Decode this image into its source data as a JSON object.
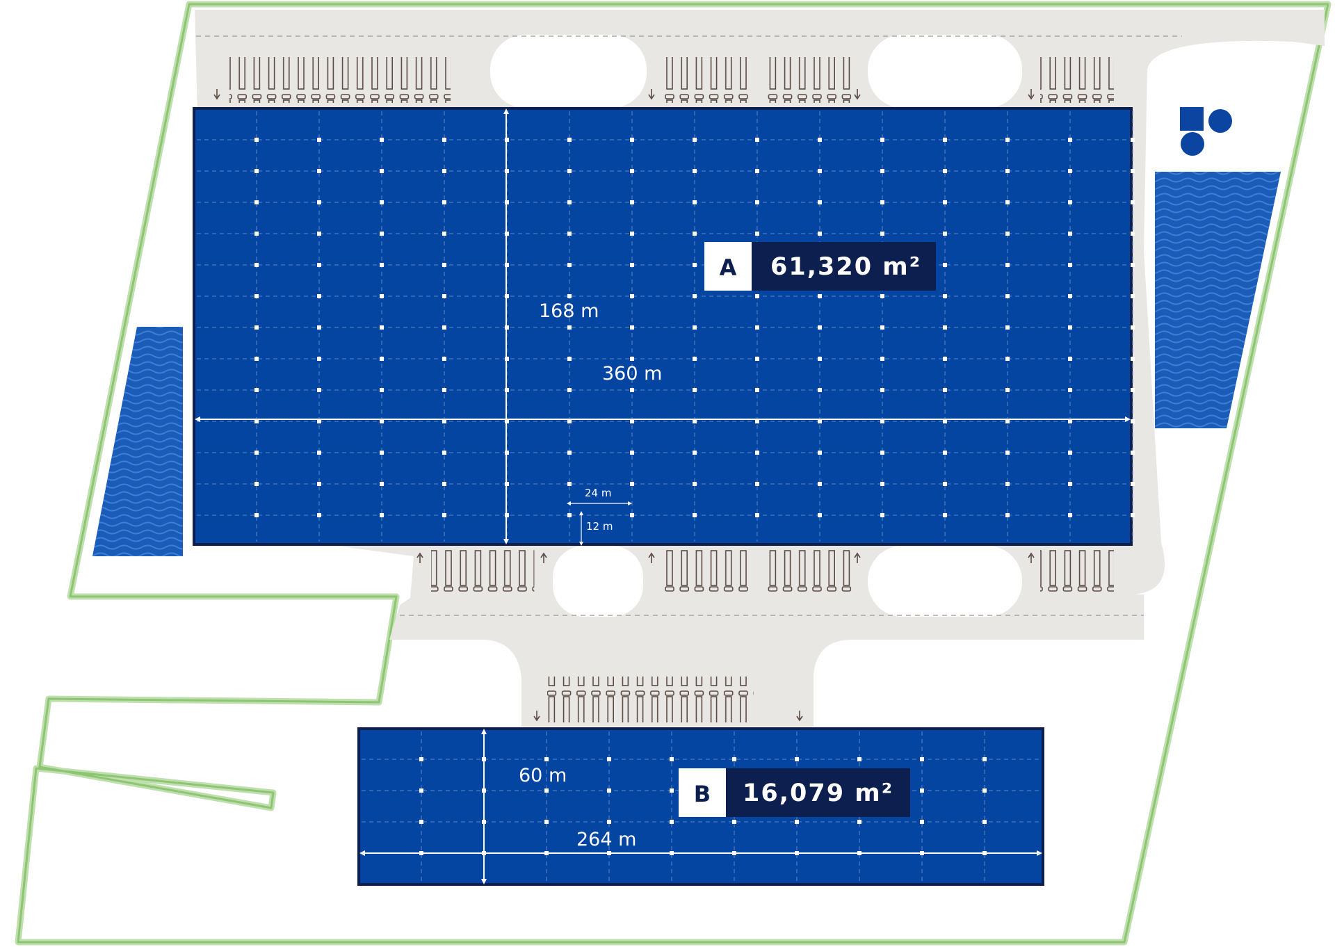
{
  "colors": {
    "boundary": "#8dc572",
    "road": "#e9e7e4",
    "building": "#0345a0",
    "building_edge": "#0d1f4f",
    "label_dark": "#0d1f4f",
    "water": "#1b5cb8",
    "dock": "#5a4a45",
    "logo": "#0b45a1"
  },
  "building_a": {
    "letter": "A",
    "area": "61,320 m²",
    "depth_label": "168 m",
    "length_label": "360 m",
    "bay_width_label": "24 m",
    "bay_depth_label": "12 m"
  },
  "building_b": {
    "letter": "B",
    "area": "16,079 m²",
    "depth_label": "60 m",
    "length_label": "264 m"
  },
  "icons": {
    "logo": "company-logo-icon",
    "retention_pond": "water-wave-icon",
    "loading_dock": "truck-dock-icon",
    "direction": "arrow-icon"
  }
}
